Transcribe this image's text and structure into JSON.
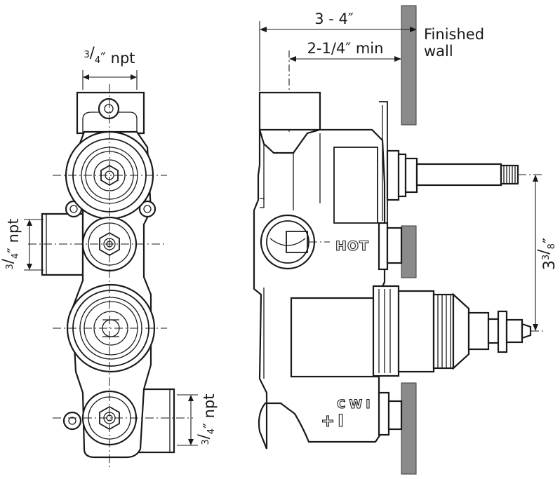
{
  "labels": {
    "inlet_top_size": "3/4″ npt",
    "inlet_top_num": "3",
    "inlet_top_den": "4",
    "inlet_top_unit": "″ npt",
    "inlet_left_num": "3",
    "inlet_left_den": "4",
    "inlet_left_unit": "″ npt",
    "inlet_bottom_num": "3",
    "inlet_bottom_den": "4",
    "inlet_bottom_unit": "″ npt",
    "depth_overall": "3 - 4″",
    "depth_min": "2-1/4″ min",
    "finished_wall_line1": "Finished",
    "finished_wall_line2": "wall",
    "height_whole": "3",
    "height_num": "3",
    "height_den": "8",
    "height_unit": "″",
    "hot_marking": "HOT",
    "cwi_marking": "CWI",
    "cwi_symbols": "+I"
  },
  "colors": {
    "line": "#1a1a1a",
    "wall": "#8a8a8a",
    "background": "#ffffff"
  }
}
